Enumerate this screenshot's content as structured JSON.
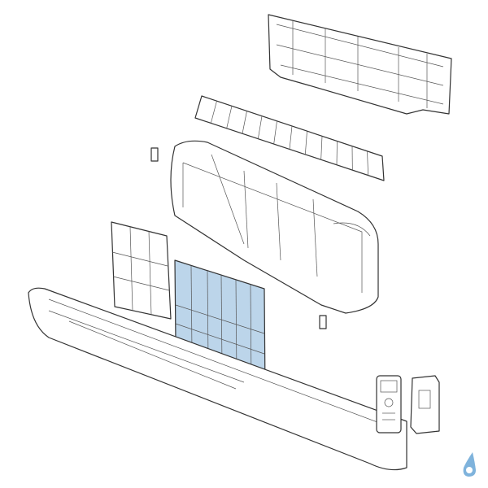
{
  "colors": {
    "line": "#333333",
    "filter_highlight": "#bcd5ea",
    "logo": "#7fb3dc"
  },
  "icons": [
    "mounting-plate",
    "front-grille",
    "indoor-unit",
    "air-filter",
    "highlighted-air-filter",
    "front-panel",
    "remote-control",
    "remote-holder",
    "clip",
    "water-drop-logo"
  ]
}
